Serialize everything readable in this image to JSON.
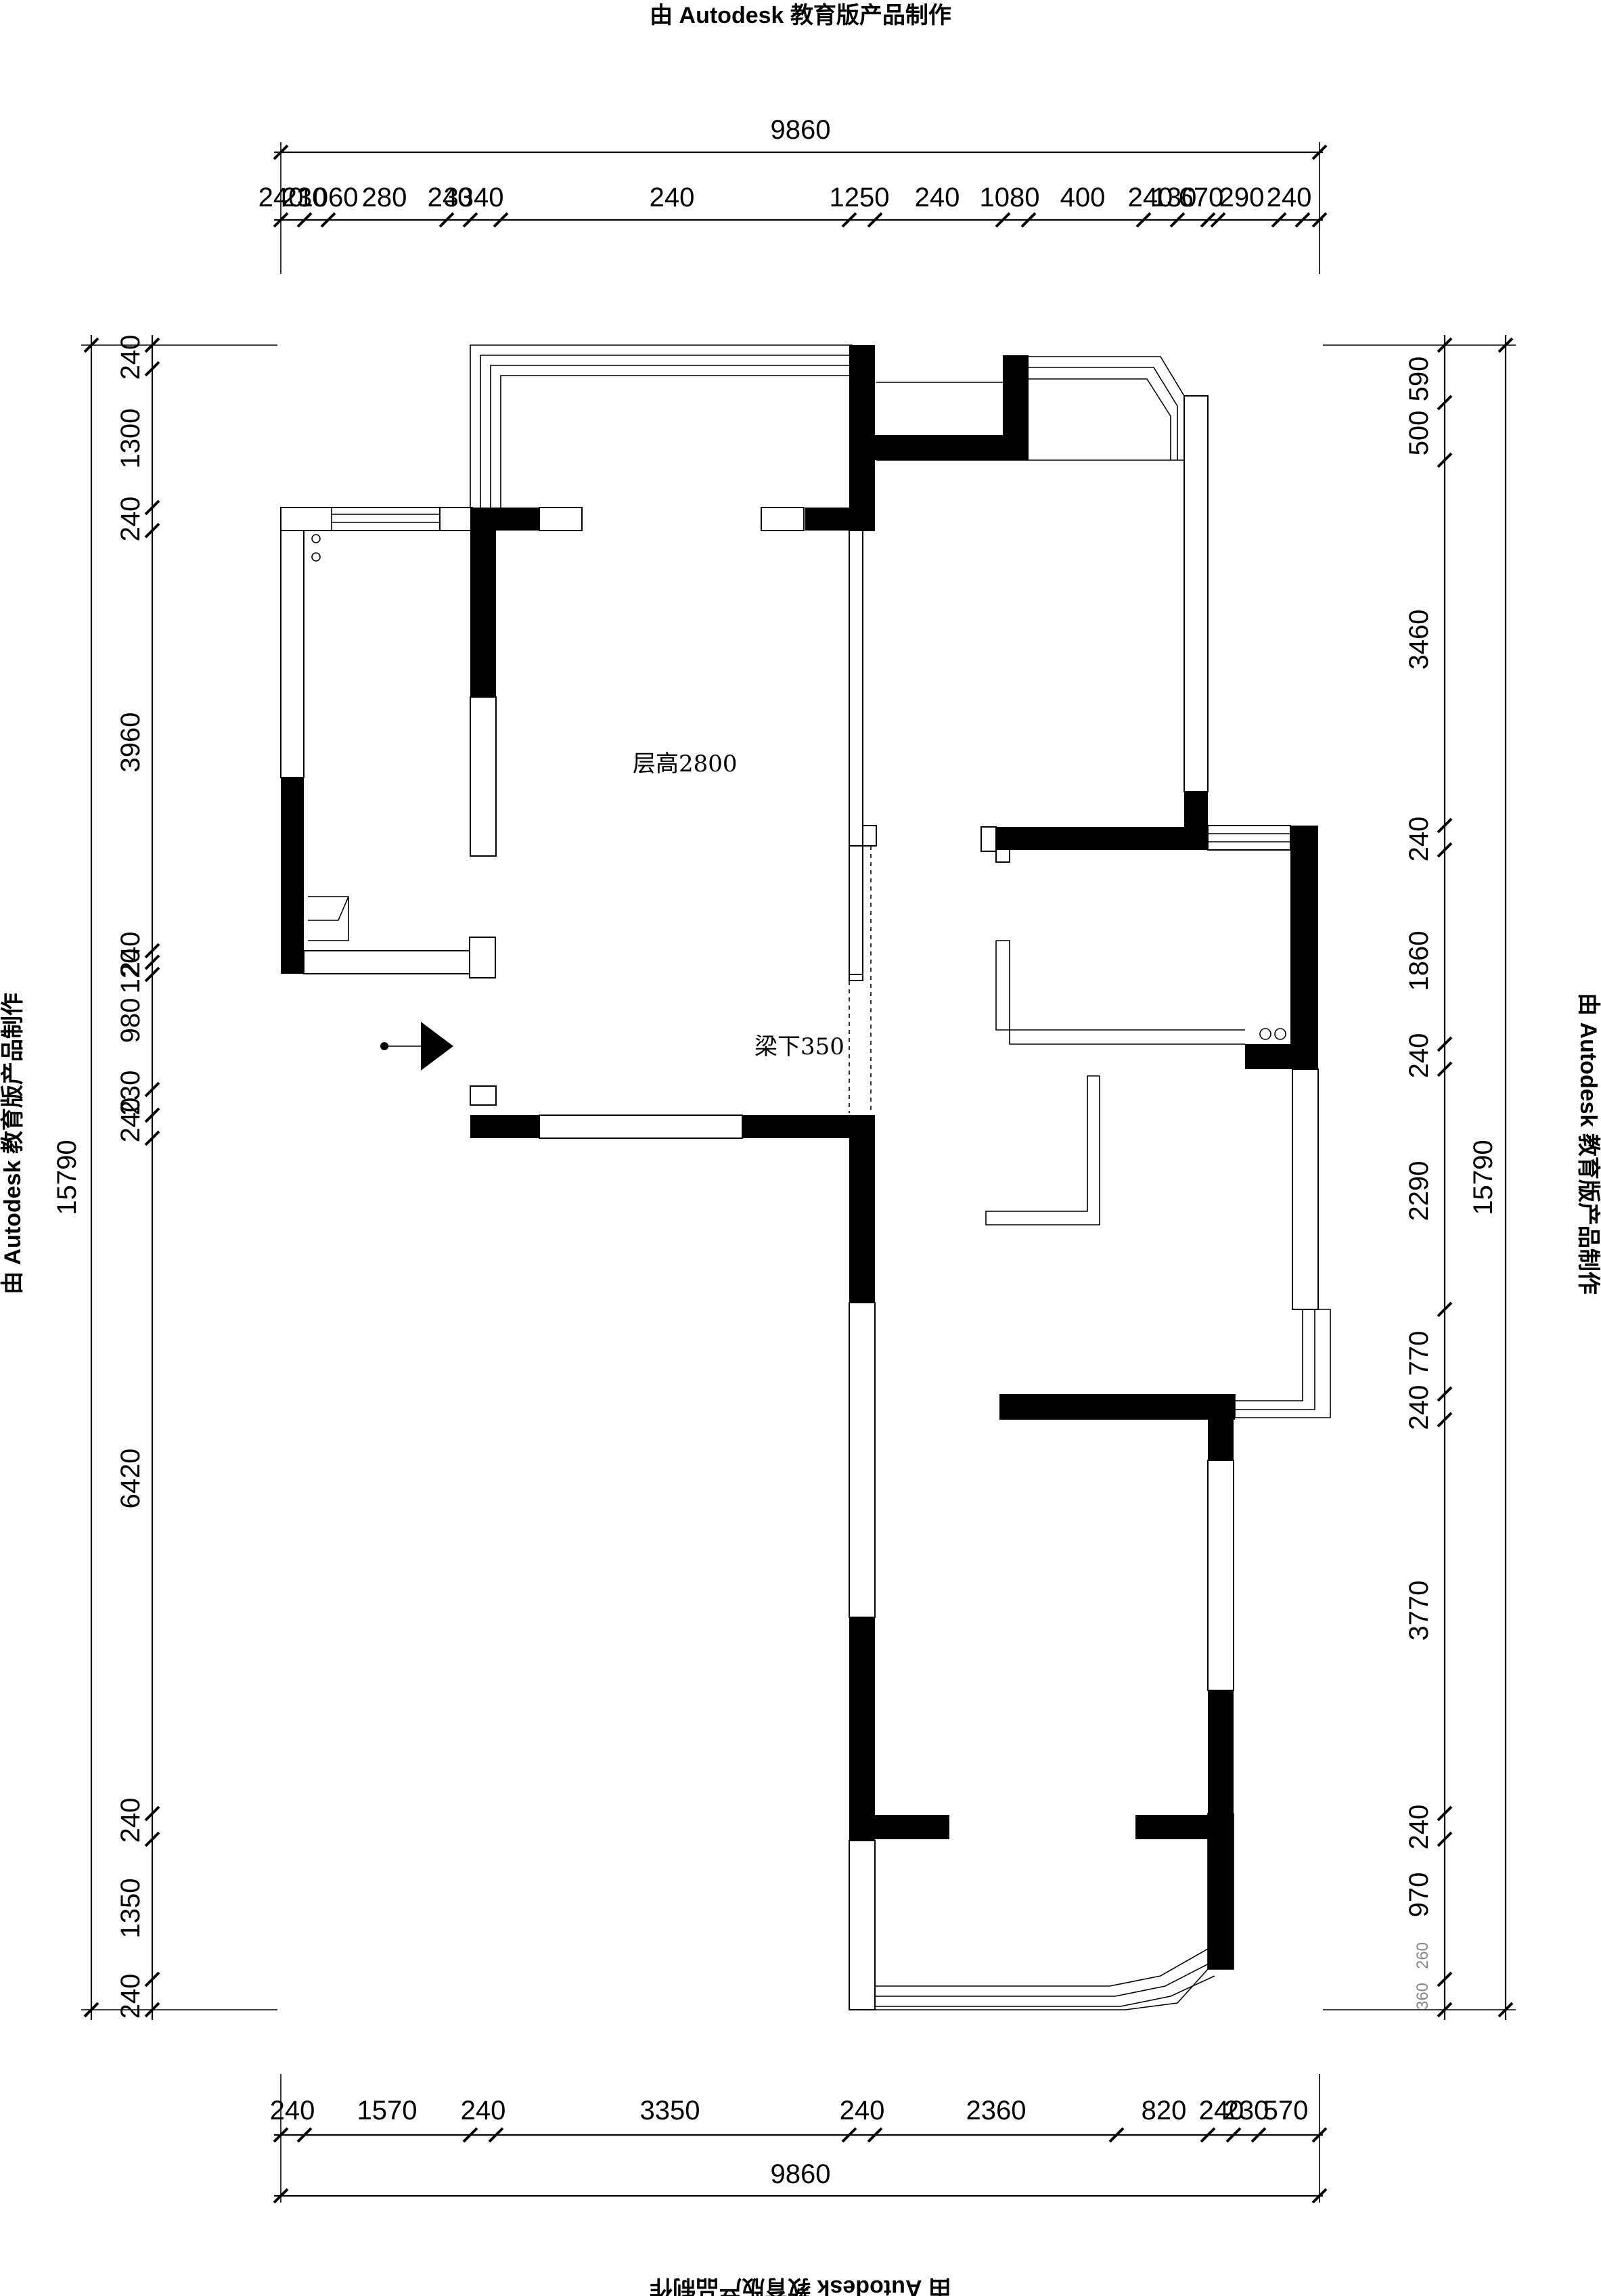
{
  "watermark": {
    "text": "由 Autodesk 教育版产品制作"
  },
  "dimensions": {
    "top_total": "9860",
    "top_segments": [
      "240",
      "230",
      "1060",
      "280",
      "240",
      "3340",
      "240",
      "1250",
      "240",
      "1080",
      "400",
      "240",
      "130",
      "670",
      "290",
      "240"
    ],
    "bottom_total": "9860",
    "bottom_segments": [
      "240",
      "1570",
      "240",
      "3350",
      "240",
      "2360",
      "820",
      "240",
      "230",
      "570"
    ],
    "left_total": "15790",
    "left_segments": [
      "240",
      "1300",
      "240",
      "3960",
      "240",
      "120",
      "980",
      "230",
      "240",
      "6420",
      "240",
      "1350",
      "240"
    ],
    "right_total": "15790",
    "right_segments": [
      "590",
      "500",
      "3460",
      "240",
      "1860",
      "240",
      "2290",
      "770",
      "240",
      "3770",
      "240",
      "970",
      "360",
      "260"
    ]
  },
  "labels": {
    "floor_height": "层高2800",
    "beam": "梁下350"
  },
  "colors": {
    "wall": "#000000",
    "line": "#000000",
    "background": "#ffffff"
  }
}
